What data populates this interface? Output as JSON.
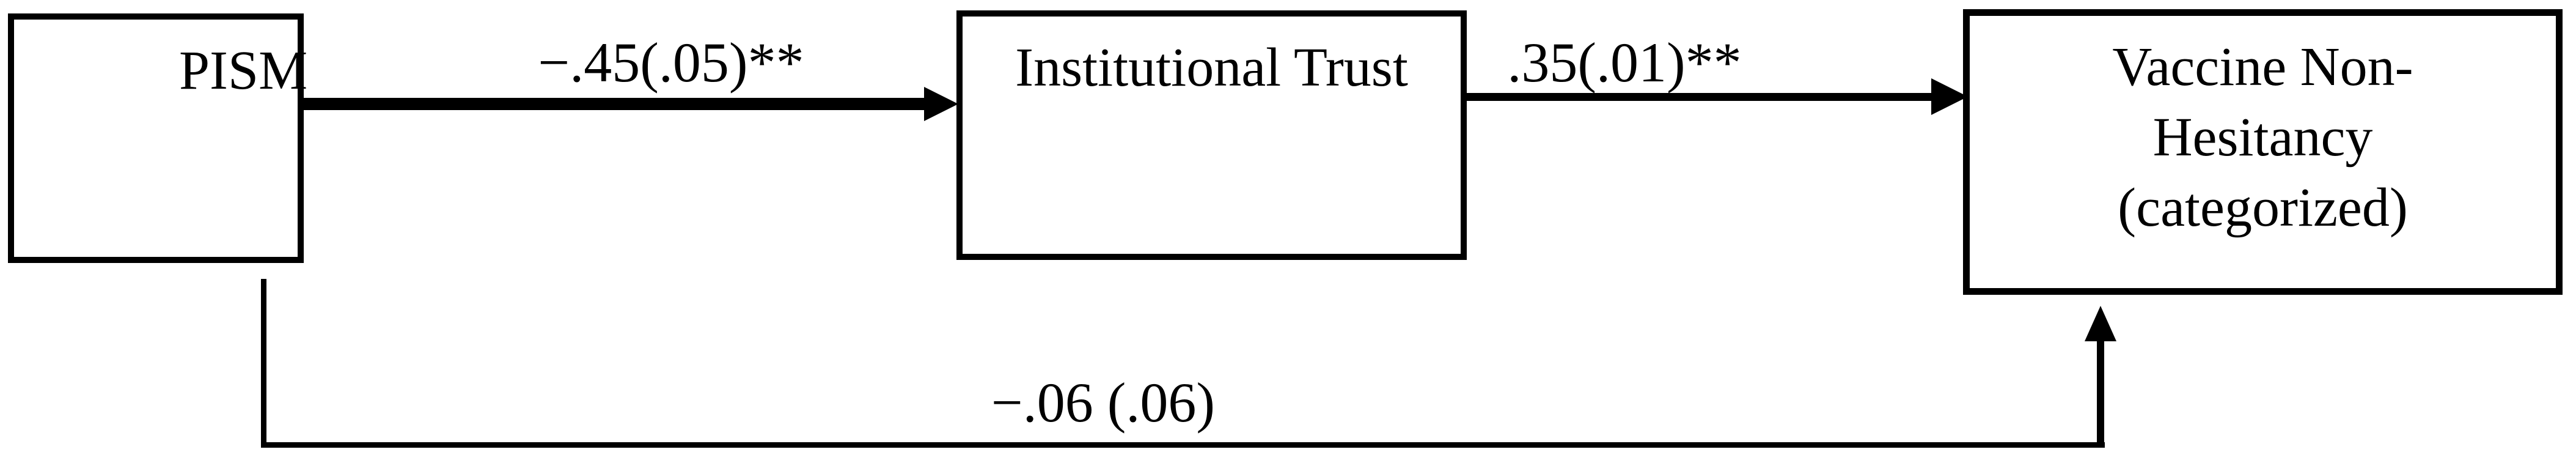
{
  "figure": {
    "type": "mediation-path-diagram",
    "background_color": "#ffffff",
    "ink_color": "#000000"
  },
  "nodes": [
    {
      "id": "pism",
      "label": "PISM"
    },
    {
      "id": "institutional-trust",
      "label": "Institutional Trust"
    },
    {
      "id": "vaccine-non-hesitancy",
      "label_lines": [
        "Vaccine Non-",
        "Hesitancy",
        "(categorized)"
      ]
    }
  ],
  "edges": [
    {
      "id": "a-path",
      "from": "PISM",
      "to": "Institutional Trust",
      "label": "−.45(.05)**",
      "style": "thick-right-arrow"
    },
    {
      "id": "b-path",
      "from": "Institutional Trust",
      "to": "Vaccine Non-Hesitancy (categorized)",
      "label": ".35(.01)**",
      "style": "right-arrow"
    },
    {
      "id": "c-path-direct",
      "from": "PISM",
      "to": "Vaccine Non-Hesitancy (categorized)",
      "label": "−.06 (.06)",
      "style": "elbow-up-arrow"
    }
  ]
}
